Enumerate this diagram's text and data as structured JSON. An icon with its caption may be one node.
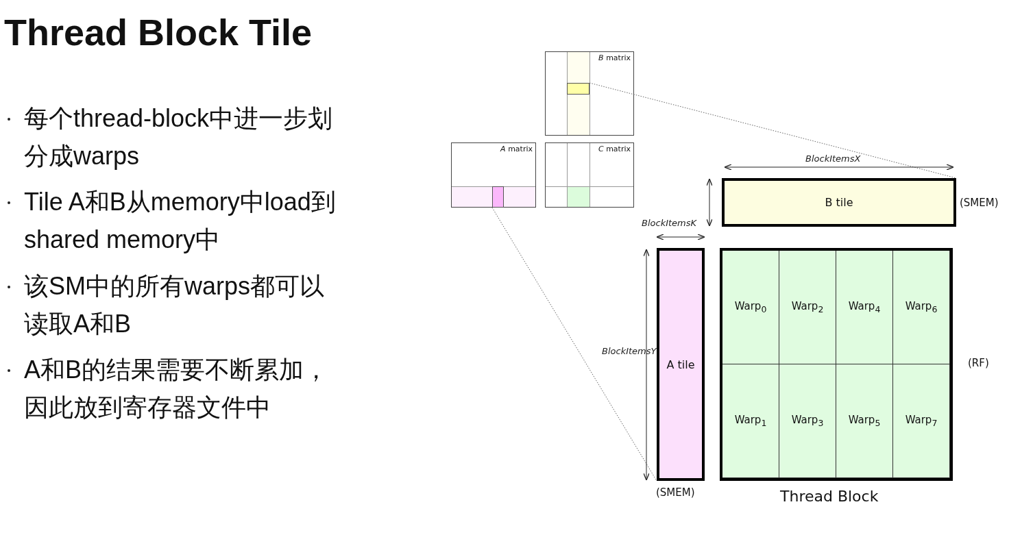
{
  "diagram": {
    "title": "Thread Block Tile",
    "nodes": [
      {
        "text": [
          "*B* matrix"
        ]
      },
      {
        "text": [],
        "shape": "box",
        "in": 0
      },
      {
        "text": [
          "*A* matrix"
        ]
      },
      {
        "text": [],
        "shape": "box",
        "in": 2
      },
      {
        "text": [
          "*C* matrix"
        ]
      },
      {
        "text": [
          "B tile"
        ],
        "beside": [
          "(SMEM)"
        ]
      },
      {
        "text": [
          "A tile"
        ],
        "beside": [
          "(SMEM)"
        ]
      },
      {
        "text": [
          "Thread Block"
        ],
        "beside": [
          "(RF)"
        ]
      },
      {
        "text": [
          "Warp$_{0}$"
        ],
        "in": 7
      },
      {
        "text": [
          "Warp$_{2}$"
        ],
        "in": 7
      },
      {
        "text": [
          "Warp$_{4}$"
        ],
        "in": 7
      },
      {
        "text": [
          "Warp$_{6}$"
        ],
        "in": 7
      },
      {
        "text": [
          "Warp$_{1}$"
        ],
        "in": 7
      },
      {
        "text": [
          "Warp$_{3}$"
        ],
        "in": 7
      },
      {
        "text": [
          "Warp$_{5}$"
        ],
        "in": 7
      },
      {
        "text": [
          "Warp$_{7}$"
        ],
        "in": 7
      }
    ],
    "edges": [
      {
        "from": 1,
        "to": 5,
        "arrow": "none",
        "style": "dashed"
      },
      {
        "from": 3,
        "to": 6,
        "arrow": "none",
        "style": "dashed"
      }
    ],
    "labels": [
      "每个thread-block中进一步划分成warps",
      "Tile A和B从memory中load到shared memory中",
      "该SM中的所有warps都可以读取A和B",
      "A和B的结果需要不断累加，因此放到寄存器文件中",
      "BlockItemsX",
      "BlockItemsK",
      "BlockItemsY"
    ]
  }
}
